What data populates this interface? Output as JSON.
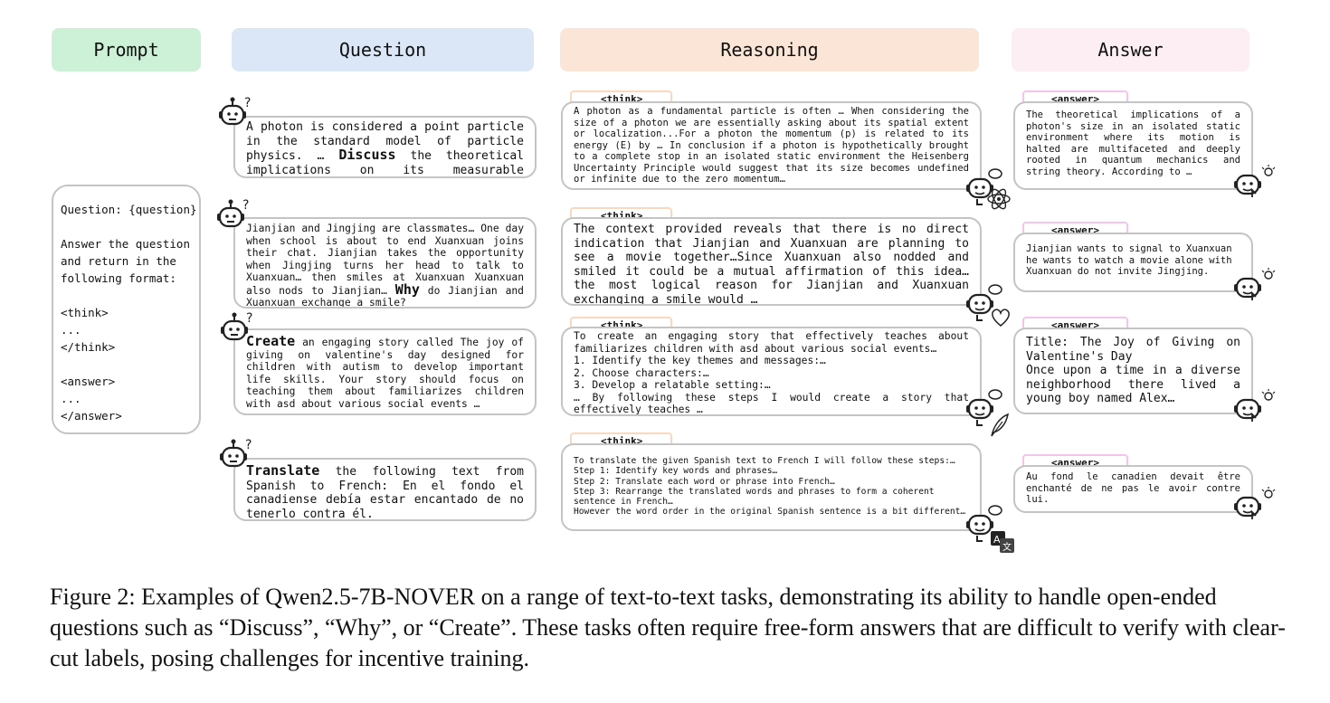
{
  "headers": {
    "prompt": "Prompt",
    "question": "Question",
    "reasoning": "Reasoning",
    "answer": "Answer"
  },
  "colors": {
    "prompt_header": "#cdf1d6",
    "question_header": "#dbe7f6",
    "reasoning_header": "#fbe5d7",
    "answer_header": "#fdeef4",
    "box_border": "#c4c4c4",
    "think_tag_border": "#f8d9c0",
    "answer_tag_border": "#f3c4ec"
  },
  "prompt_lines": [
    "Question: {question}",
    "",
    "Answer the question",
    "and return in the",
    "following format:",
    "",
    "<think>",
    "...",
    "</think>",
    "",
    "<answer>",
    "...",
    "</answer>"
  ],
  "tags": {
    "think": "<think>",
    "answer": "<answer>"
  },
  "questions": [
    {
      "pre": "A photon is considered a point particle in the standard model of particle physics. … ",
      "keyword": "Discuss",
      "post": " the theoretical implications on its measurable size......"
    },
    {
      "pre": "Jianjian and Jingjing are classmates… One day when school is about to end Xuanxuan joins their chat. Jianjian takes the opportunity when Jingjing turns her head to talk to Xuanxuan… then smiles at Xuanxuan Xuanxuan also nods to Jianjian… ",
      "keyword": "Why",
      "post": " do Jianjian and Xuanxuan exchange a smile?"
    },
    {
      "pre": "",
      "keyword": "Create",
      "post": " an engaging story called The joy of giving on valentine's day designed for children with autism to develop important life skills. Your story should focus on teaching them about familiarizes children with asd about various social events …"
    },
    {
      "pre": "",
      "keyword": "Translate",
      "post": " the following text from Spanish to French: En el fondo el canadiense debía estar encantado de no tenerlo contra él."
    }
  ],
  "reasoning": [
    "A photon as a fundamental particle is often … When considering the size of a photon we are essentially asking about its spatial extent or localization...For a photon the momentum (p) is related to its energy (E) by … In conclusion if a photon is hypothetically brought to a complete stop in an isolated static environment the Heisenberg Uncertainty Principle would suggest that its size becomes undefined or infinite due to the zero momentum…",
    "The context provided reveals that there is no direct indication that Jianjian and Xuanxuan are planning to see a movie together…Since Xuanxuan also nodded and smiled it could be a mutual affirmation of this idea… the most logical reason for Jianjian and Xuanxuan exchanging a smile would …",
    [
      "To create an engaging story that effectively teaches about familiarizes children with asd about various social events…",
      "1. Identify the key themes and messages:…",
      "2. Choose characters:…",
      "3. Develop a relatable setting:…",
      "… By following these steps I would create a story that effectively teaches …"
    ],
    [
      "To translate the given Spanish text to French I will follow these steps:…",
      "Step 1: Identify key words and phrases…",
      "Step 2: Translate each word or phrase into French…",
      "Step 3: Rearrange the translated words and phrases to form a coherent sentence in French…",
      "However the word order in the original Spanish sentence is a bit different…"
    ]
  ],
  "answers": [
    "The theoretical implications of a photon's size in an isolated static environment where its motion is halted are multifaceted and deeply rooted in quantum mechanics and string theory. According to …",
    "Jianjian wants to signal to Xuanxuan he wants to watch a movie alone with Xuanxuan do not invite Jingjing.",
    "Title: The Joy of Giving on Valentine's Day\nOnce upon a time in a diverse neighborhood there lived a young boy named Alex…",
    "Au fond le canadien devait être enchanté de ne pas le avoir contre lui."
  ],
  "icons": {
    "question_robot": "robot-question-icon",
    "reasoning_robot": "robot-thinking-icon",
    "answer_robot": "robot-idea-icon",
    "reasoning_badges": [
      "atom-icon",
      "heart-icon",
      "feather-icon",
      "translate-icon"
    ]
  },
  "caption": "Figure 2: Examples of Qwen2.5-7B-NOVER on a range of text-to-text tasks, demonstrating its ability to handle open-ended questions such as “Discuss”, “Why”, or “Create”. These tasks often require free-form answers that are difficult to verify with clear-cut labels, posing challenges for incentive training."
}
